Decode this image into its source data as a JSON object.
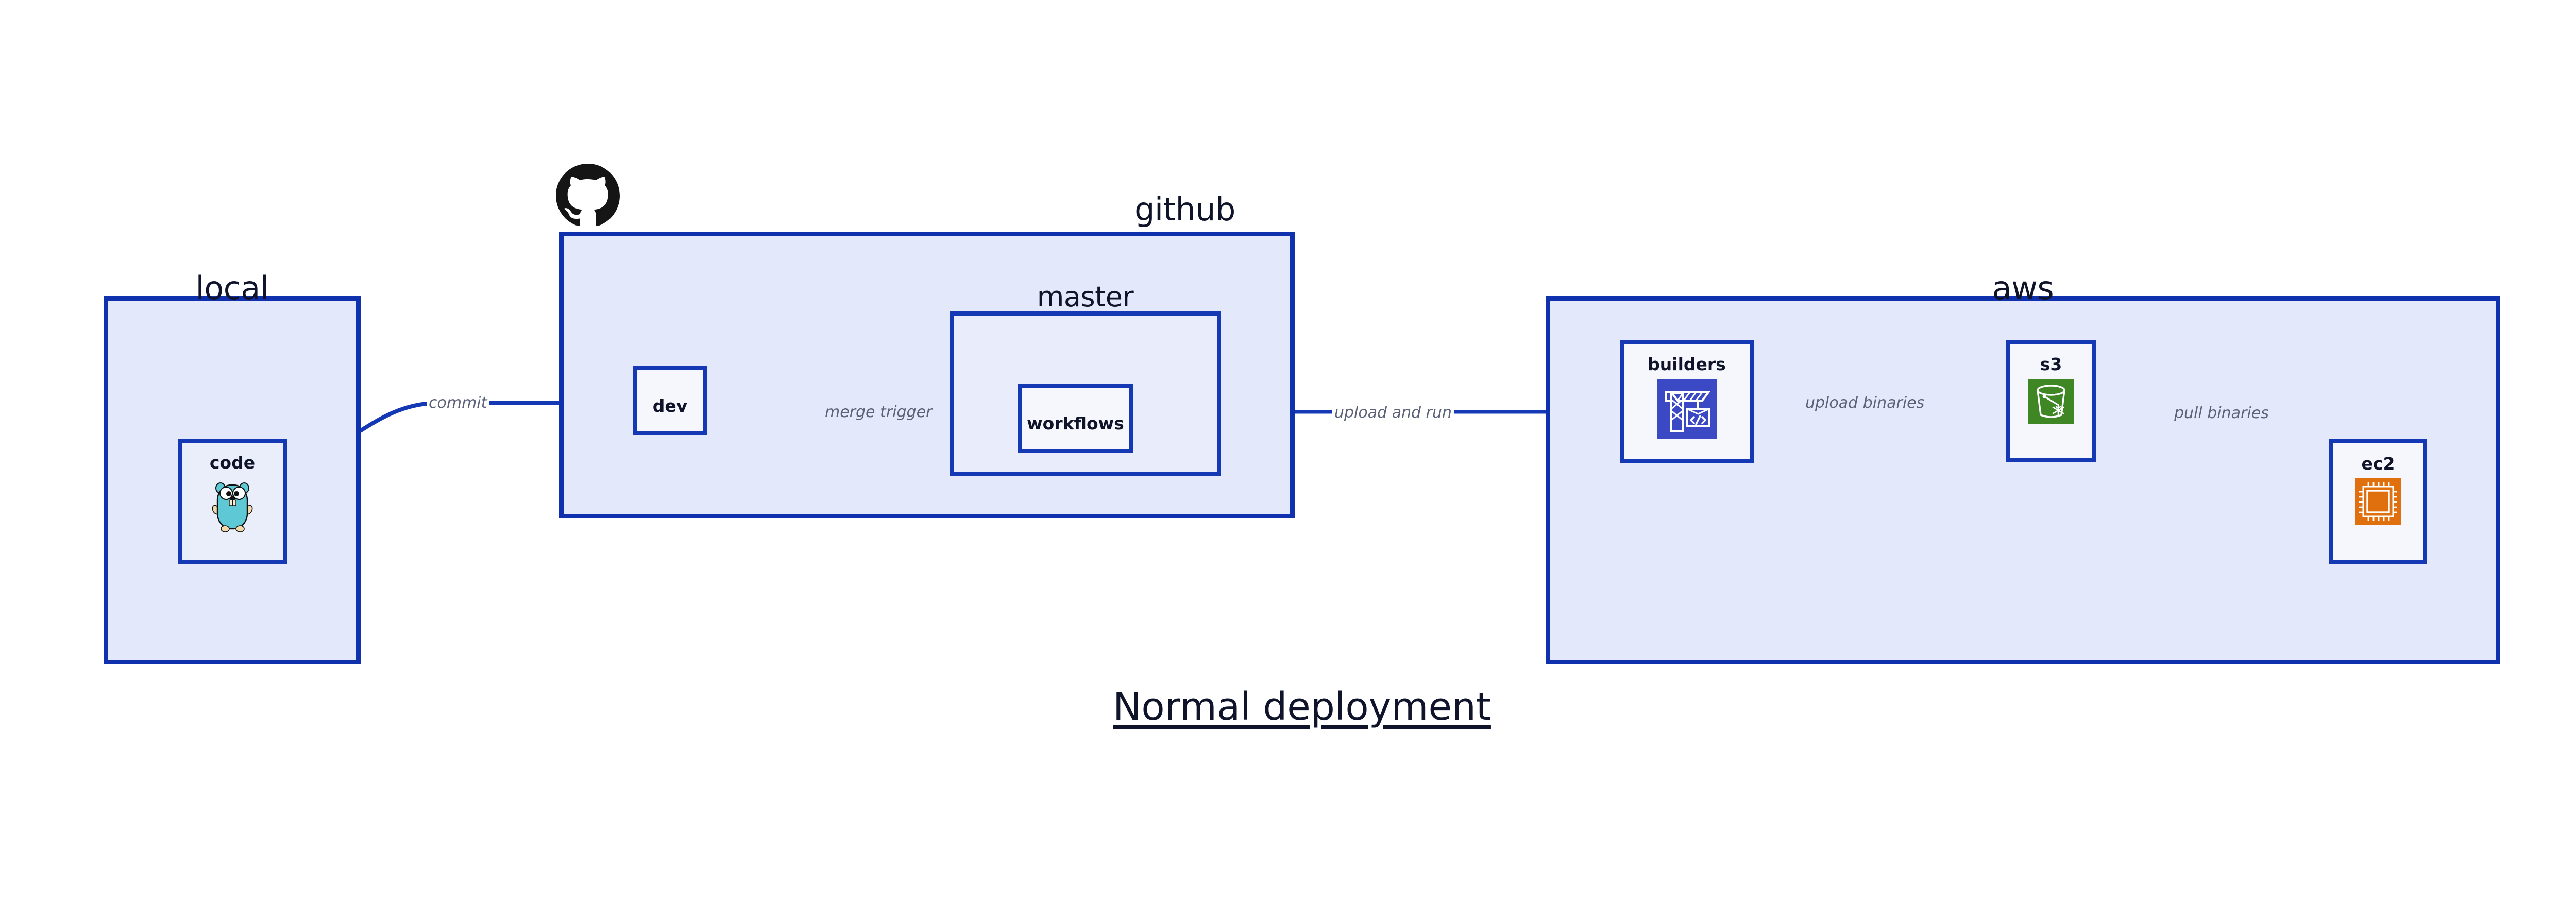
{
  "diagram": {
    "title": "Normal deployment",
    "colors": {
      "group_fill": "#e3e8fb",
      "group_stroke": "#0f31ad",
      "node_fill": "#eaeefb",
      "node_stroke": "#1538b5",
      "edge_stroke": "#1538b5",
      "edge_label_text": "#5b6277",
      "label_text": "#10142b",
      "builders_icon_bg": "#3b49c4",
      "s3_icon_bg": "#3f8624",
      "ec2_icon_bg": "#e0700d",
      "gopher_body": "#5ec8d4",
      "github_logo": "#151515"
    },
    "groups": [
      {
        "id": "local",
        "label": "local"
      },
      {
        "id": "github",
        "label": "github"
      },
      {
        "id": "aws",
        "label": "aws"
      }
    ],
    "subgroups": [
      {
        "id": "master",
        "label": "master",
        "parent": "github"
      }
    ],
    "nodes": [
      {
        "id": "code",
        "label": "code",
        "parent": "local",
        "icon": "go-gopher-icon"
      },
      {
        "id": "dev",
        "label": "dev",
        "parent": "github",
        "icon": null
      },
      {
        "id": "workflows",
        "label": "workflows",
        "parent": "master",
        "icon": null
      },
      {
        "id": "builders",
        "label": "builders",
        "parent": "aws",
        "icon": "crane-code-icon"
      },
      {
        "id": "s3",
        "label": "s3",
        "parent": "aws",
        "icon": "s3-bucket-icon"
      },
      {
        "id": "ec2",
        "label": "ec2",
        "parent": "aws",
        "icon": "cpu-chip-icon"
      }
    ],
    "edges": [
      {
        "id": "commit",
        "from": "code",
        "to": "dev",
        "label": "commit"
      },
      {
        "id": "merge-trigger",
        "from": "dev",
        "to": "workflows",
        "label": "merge trigger"
      },
      {
        "id": "upload-and-run",
        "from": "workflows",
        "to": "builders",
        "label": "upload and run"
      },
      {
        "id": "upload-binaries",
        "from": "builders",
        "to": "s3",
        "label": "upload binaries"
      },
      {
        "id": "pull-binaries",
        "from": "s3",
        "to": "ec2",
        "label": "pull binaries"
      }
    ],
    "logos": [
      {
        "id": "github-logo",
        "name": "github-octocat-icon"
      }
    ]
  }
}
